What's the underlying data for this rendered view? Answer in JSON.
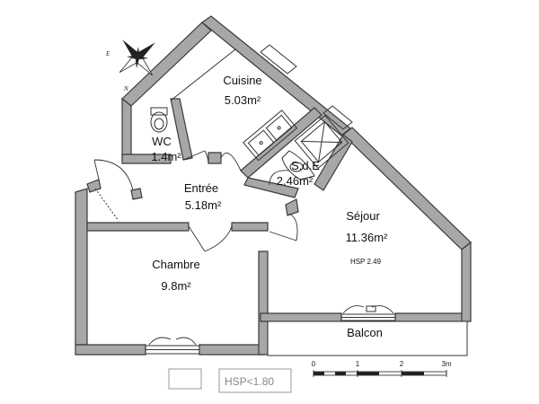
{
  "rooms": {
    "cuisine": {
      "name": "Cuisine",
      "area": "5.03m²"
    },
    "wc": {
      "name": "WC",
      "area": "1.4m²"
    },
    "sde": {
      "name": "S.d.E",
      "area": "2.46m²"
    },
    "entree": {
      "name": "Entrée",
      "area": "5.18m²"
    },
    "sejour": {
      "name": "Séjour",
      "area": "11.36m²",
      "note": "HSP 2.49"
    },
    "chambre": {
      "name": "Chambre",
      "area": "9.8m²"
    },
    "balcon": {
      "name": "Balcon"
    }
  },
  "scale_bar": {
    "ticks": [
      "0",
      "1",
      "2",
      "3m"
    ]
  },
  "legend": {
    "label": "HSP<1.80"
  },
  "compass": {
    "letters": [
      "N",
      "E"
    ]
  },
  "colors": {
    "wall": "#a7a7a7",
    "outline": "#333333",
    "legend": "#888888"
  }
}
